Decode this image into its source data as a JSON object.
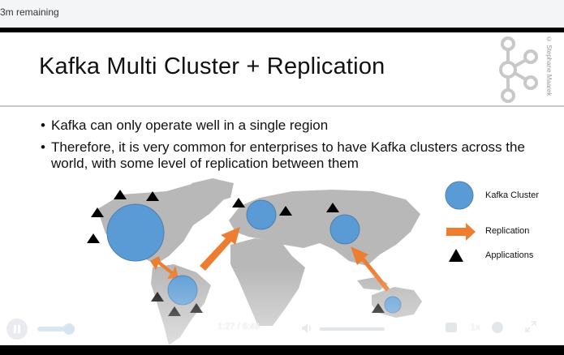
{
  "player": {
    "remaining_label": "3m remaining",
    "time": "1:27 / 6:48",
    "speed": "1x",
    "icons": [
      "pause-icon",
      "volume-icon",
      "captions-icon",
      "settings-icon",
      "fullscreen-icon"
    ]
  },
  "slide": {
    "title": "Kafka Multi Cluster + Replication",
    "copyright": "© Stephane Maarek",
    "bullets": [
      "Kafka can only operate well in a single region",
      "Therefore, it is very common for enterprises to have Kafka clusters across the world, with some level of replication between them"
    ],
    "legend": {
      "cluster": "Kafka Cluster",
      "replication": "Replication",
      "applications": "Applications"
    },
    "colors": {
      "cluster": "#5b9bd5",
      "replication": "#ed7d31",
      "map": "#b8b8b8",
      "application": "#000000"
    }
  }
}
